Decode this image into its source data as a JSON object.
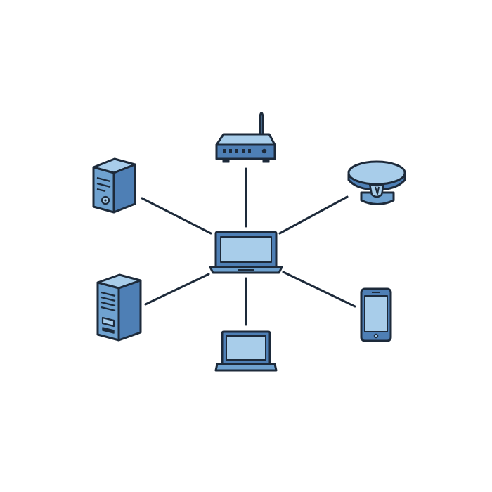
{
  "diagram": {
    "type": "star-network-topology",
    "hub": {
      "icon": "laptop-icon"
    },
    "nodes": [
      {
        "id": "router",
        "icon": "wifi-router-icon"
      },
      {
        "id": "tower-server-top",
        "icon": "desktop-tower-icon"
      },
      {
        "id": "tower-server-bottom",
        "icon": "server-tower-icon"
      },
      {
        "id": "smart-speaker",
        "icon": "smart-speaker-icon"
      },
      {
        "id": "laptop-bottom",
        "icon": "laptop-icon"
      },
      {
        "id": "smartphone",
        "icon": "smartphone-icon"
      }
    ],
    "links": [
      {
        "from": "hub",
        "to": "router"
      },
      {
        "from": "hub",
        "to": "tower-server-top"
      },
      {
        "from": "hub",
        "to": "tower-server-bottom"
      },
      {
        "from": "hub",
        "to": "smart-speaker"
      },
      {
        "from": "hub",
        "to": "laptop-bottom"
      },
      {
        "from": "hub",
        "to": "smartphone"
      }
    ]
  },
  "colors": {
    "outline": "#1d2a3a",
    "fill_light": "#a8cdea",
    "fill_mid": "#6fa2d0",
    "fill_dark": "#4e7fb5",
    "link": "#1d2a3a",
    "background": "#ffffff"
  }
}
